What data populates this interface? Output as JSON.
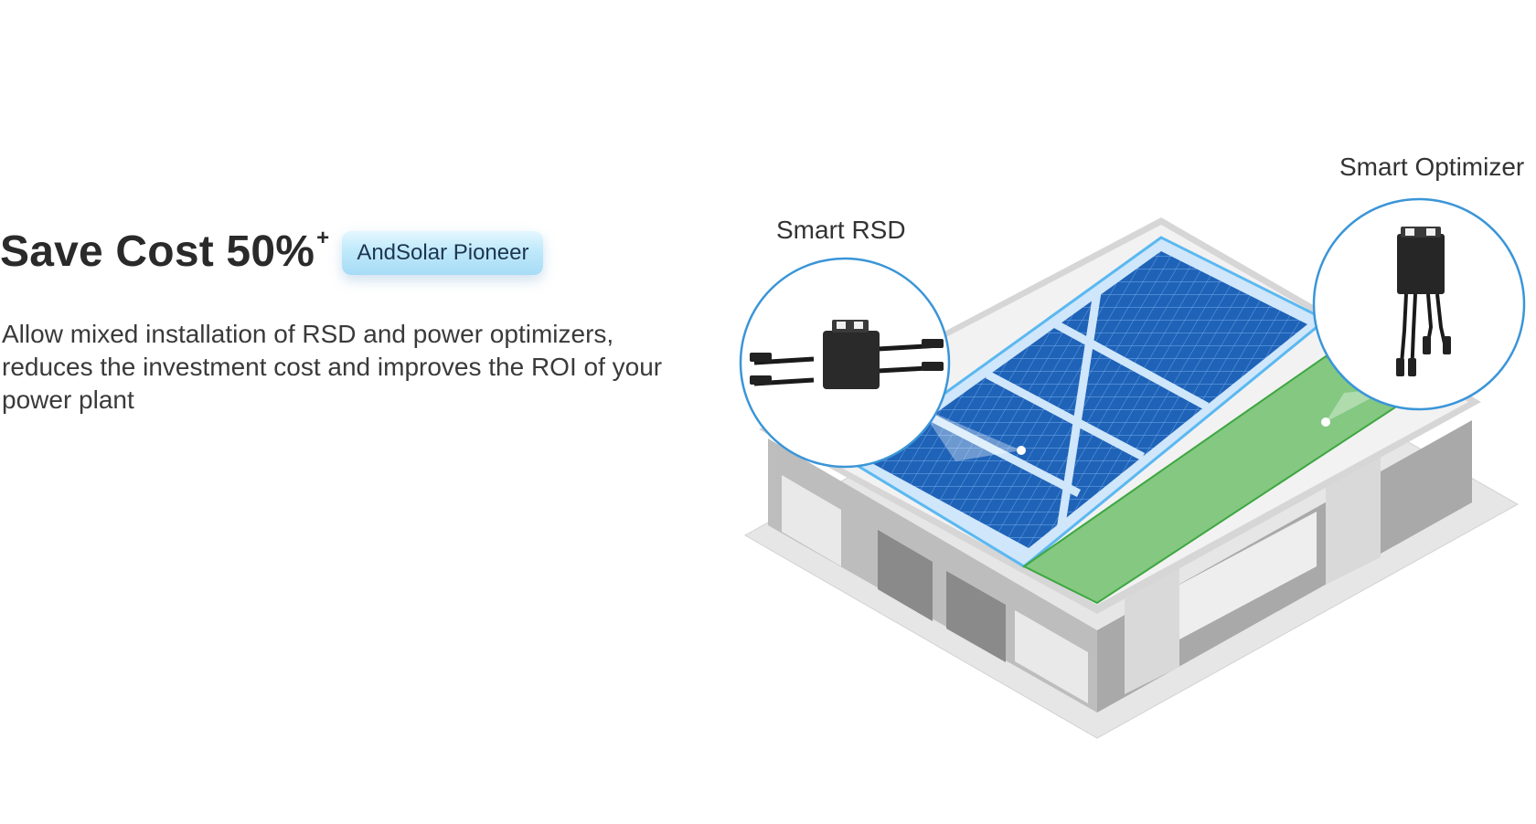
{
  "heading": {
    "title": "Save Cost 50%",
    "superscript": "+",
    "badge": "AndSolar Pioneer"
  },
  "description": "Allow mixed installation of RSD and power optimizers, reduces the investment cost and improves the ROI of your power plant",
  "callouts": {
    "rsd_label": "Smart RSD",
    "optimizer_label": "Smart Optimizer"
  },
  "colors": {
    "panel_blue": "#1e5fb0",
    "roof_outline": "#5bb8f0",
    "green_zone": "#3fa642",
    "building": "#c9c9c9"
  },
  "icons": [
    "rsd-device-icon",
    "optimizer-device-icon",
    "building-illustration"
  ]
}
